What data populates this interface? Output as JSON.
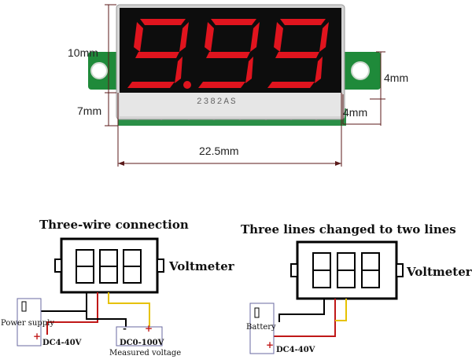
{
  "top": {
    "display_digits": [
      "9.",
      "9",
      "9"
    ],
    "chip_text": "2382AS",
    "dims": {
      "height_top": "10mm",
      "height_bottom": "7mm",
      "mount_hole": "4mm",
      "tab_width": "4mm",
      "width": "22.5mm"
    },
    "colors": {
      "digit_red": "#e0141e",
      "pcb_green": "#1f8a3a",
      "bezel": "#0e0e0e",
      "frame": "#cfcfcf"
    }
  },
  "left_diagram": {
    "title": "Three-wire connection",
    "device_label": "Voltmeter",
    "power_label": "Power supply",
    "power_voltage": "DC4-40V",
    "measured_range": "DC0-100V",
    "measured_label": "Measured voltage",
    "plus": "+",
    "minus": "-"
  },
  "right_diagram": {
    "title": "Three lines changed to two lines",
    "device_label": "Voltmeter",
    "battery_label": "Battery",
    "battery_voltage": "DC4-40V",
    "plus": "+",
    "minus": "-"
  }
}
